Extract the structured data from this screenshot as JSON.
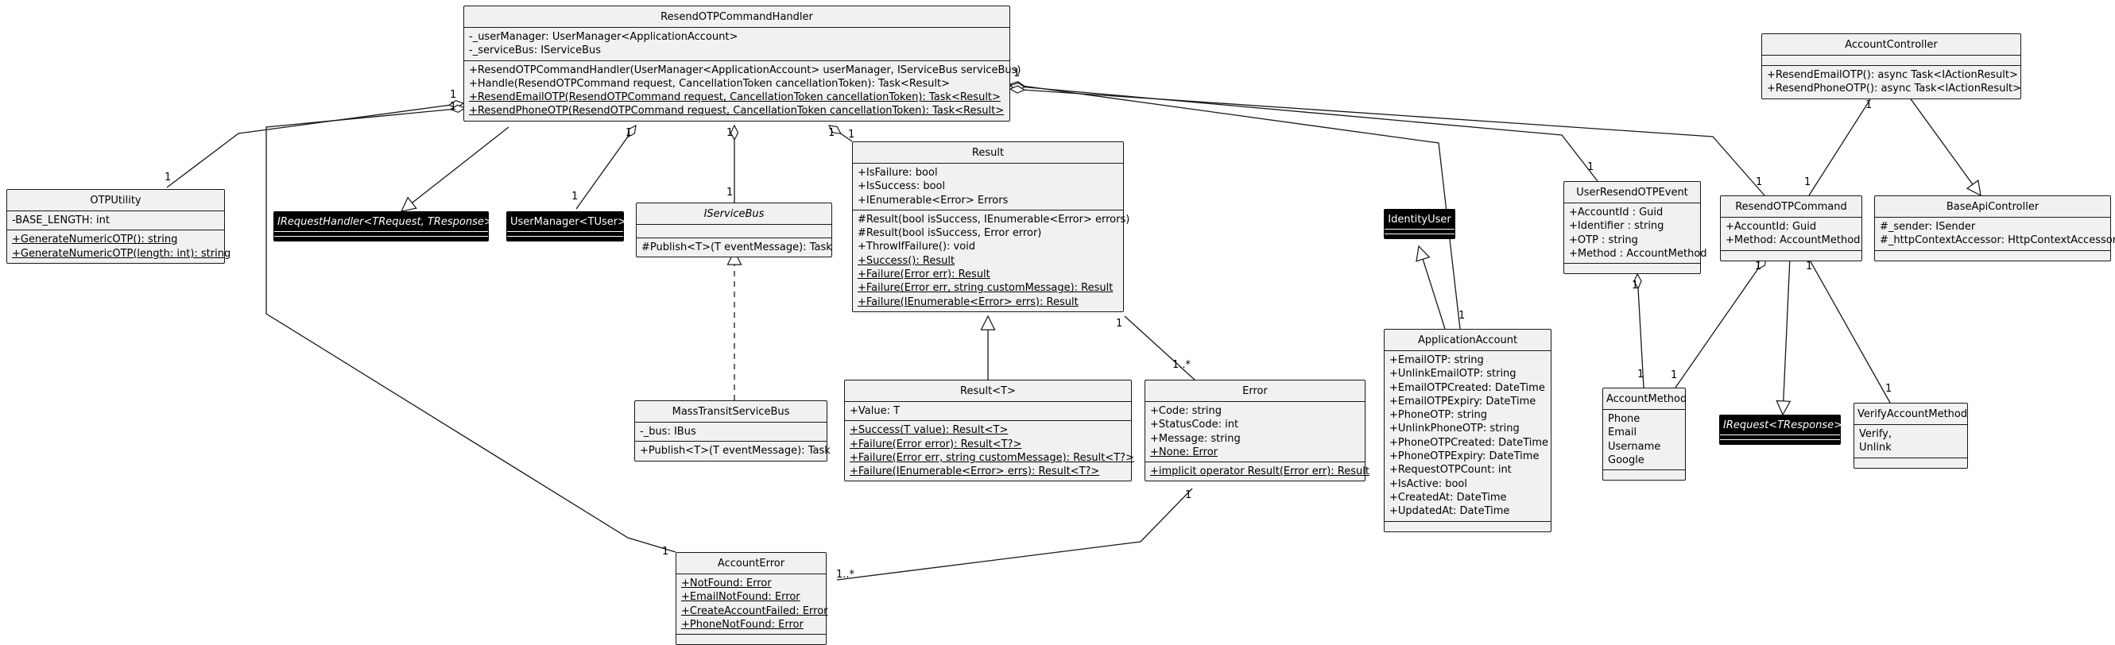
{
  "classes": {
    "handler": {
      "name": "ResendOTPCommandHandler",
      "fields": [
        "-_userManager: UserManager<ApplicationAccount>",
        "-_serviceBus: IServiceBus"
      ],
      "methods": [
        {
          "text": "+ResendOTPCommandHandler(UserManager<ApplicationAccount> userManager, IServiceBus serviceBus)",
          "static": false
        },
        {
          "text": "+Handle(ResendOTPCommand request, CancellationToken cancellationToken): Task<Result>",
          "static": false
        },
        {
          "text": "+ResendEmailOTP(ResendOTPCommand request, CancellationToken cancellationToken): Task<Result>",
          "static": true
        },
        {
          "text": "+ResendPhoneOTP(ResendOTPCommand request, CancellationToken cancellationToken): Task<Result>",
          "static": true
        }
      ]
    },
    "otputility": {
      "name": "OTPUtility",
      "fields": [
        "-BASE_LENGTH: int"
      ],
      "methods": [
        {
          "text": "+GenerateNumericOTP(): string",
          "static": true
        },
        {
          "text": "+GenerateNumericOTP(length: int): string",
          "static": true
        }
      ]
    },
    "irequesthandler": {
      "name": "IRequestHandler<TRequest, TResponse>"
    },
    "usermanager": {
      "name": "UserManager<TUser>"
    },
    "iservicebus": {
      "name": "IServiceBus",
      "methods": [
        {
          "text": "#Publish<T>(T eventMessage): Task",
          "static": false
        }
      ]
    },
    "result": {
      "name": "Result",
      "fields": [
        "+IsFailure: bool",
        "+IsSuccess: bool",
        "+IEnumerable<Error> Errors"
      ],
      "methods": [
        {
          "text": "#Result(bool isSuccess, IEnumerable<Error> errors)",
          "static": false
        },
        {
          "text": "#Result(bool isSuccess, Error error)",
          "static": false
        },
        {
          "text": "+ThrowIfFailure(): void",
          "static": false
        },
        {
          "text": "+Success(): Result",
          "static": true
        },
        {
          "text": "+Failure(Error err): Result",
          "static": true
        },
        {
          "text": "+Failure(Error err, string customMessage): Result",
          "static": true
        },
        {
          "text": "+Failure(IEnumerable<Error> errs): Result",
          "static": true
        }
      ]
    },
    "identityuser": {
      "name": "IdentityUser"
    },
    "userresendotpevent": {
      "name": "UserResendOTPEvent",
      "fields": [
        "+AccountId : Guid",
        "+Identifier : string",
        "+OTP : string",
        "+Method : AccountMethod"
      ]
    },
    "resendotpcommand": {
      "name": "ResendOTPCommand",
      "fields": [
        "+AccountId: Guid",
        "+Method: AccountMethod"
      ]
    },
    "accountcontroller": {
      "name": "AccountController",
      "methods": [
        {
          "text": "+ResendEmailOTP(): async Task<IActionResult>",
          "static": false
        },
        {
          "text": "+ResendPhoneOTP(): async Task<IActionResult>",
          "static": false
        }
      ]
    },
    "baseapicontroller": {
      "name": "BaseApiController",
      "fields": [
        "#_sender: ISender",
        "#_httpContextAccessor: HttpContextAccessor"
      ]
    },
    "masstransit": {
      "name": "MassTransitServiceBus",
      "fields": [
        "-_bus: IBus"
      ],
      "methods": [
        {
          "text": "+Publish<T>(T eventMessage): Task",
          "static": false
        }
      ]
    },
    "resultT": {
      "name": "Result<T>",
      "fields": [
        "+Value: T"
      ],
      "methods": [
        {
          "text": "+Success(T value): Result<T>",
          "static": true
        },
        {
          "text": "+Failure(Error error): Result<T?>",
          "static": true
        },
        {
          "text": "+Failure(Error err, string customMessage): Result<T?>",
          "static": true
        },
        {
          "text": "+Failure(IEnumerable<Error> errs): Result<T?>",
          "static": true
        }
      ]
    },
    "error": {
      "name": "Error",
      "fields": [
        {
          "text": "+Code: string",
          "static": false
        },
        {
          "text": "+StatusCode: int",
          "static": false
        },
        {
          "text": "+Message: string",
          "static": false
        },
        {
          "text": "+None: Error",
          "static": true
        }
      ],
      "methods": [
        {
          "text": "+implicit operator Result(Error err): Result",
          "static": true
        }
      ]
    },
    "applicationaccount": {
      "name": "ApplicationAccount",
      "fields": [
        "+EmailOTP: string",
        "+UnlinkEmailOTP: string",
        "+EmailOTPCreated: DateTime",
        "+EmailOTPExpiry: DateTime",
        "+PhoneOTP: string",
        "+UnlinkPhoneOTP: string",
        "+PhoneOTPCreated: DateTime",
        "+PhoneOTPExpiry: DateTime",
        "+RequestOTPCount: int",
        "+IsActive: bool",
        "+CreatedAt: DateTime",
        "+UpdatedAt: DateTime"
      ]
    },
    "accountmethod": {
      "name": "AccountMethod",
      "values": [
        "Phone",
        "Email",
        "Username",
        "Google"
      ]
    },
    "irequest": {
      "name": "IRequest<TResponse>"
    },
    "verifyaccountmethod": {
      "name": "VerifyAccountMethod",
      "values": [
        "Verify,",
        "Unlink"
      ]
    },
    "accounterror": {
      "name": "AccountError",
      "fields": [
        "+NotFound: Error",
        "+EmailNotFound: Error",
        "+CreateAccountFailed: Error",
        "+PhoneNotFound: Error"
      ]
    }
  },
  "multiplicities": {
    "m1": "1",
    "m2": "1",
    "m3": "1",
    "m4": "1",
    "m5": "1",
    "m6": "1",
    "m7": "1",
    "m8": "1",
    "m9": "1",
    "m10": "1",
    "m11": "1",
    "m12": "1",
    "m13": "1",
    "m14": "1",
    "m15": "1",
    "m16": "1",
    "m17": "1..*",
    "m18": "1",
    "m19": "1",
    "m20": "1",
    "m21": "1",
    "m22": "1",
    "m23": "1",
    "m24": "1",
    "m25": "1..*",
    "m26": "1"
  }
}
